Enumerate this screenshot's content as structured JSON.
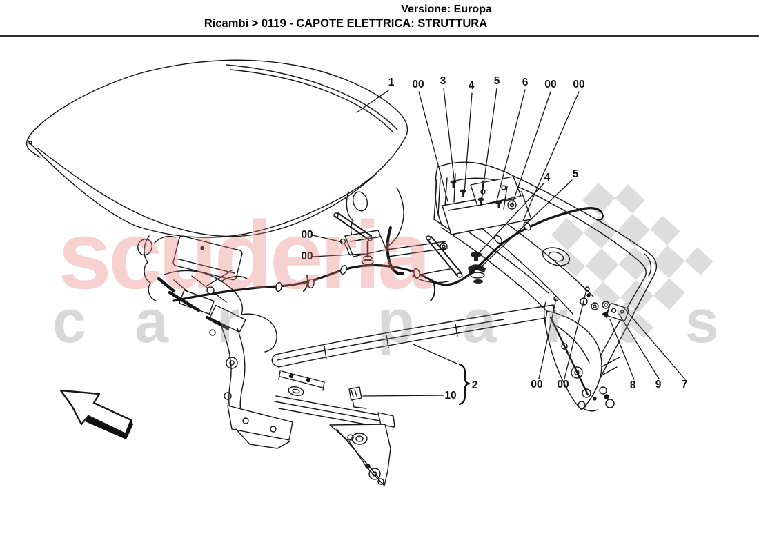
{
  "header": {
    "version_line": "Versione: Europa",
    "breadcrumb": "Ricambi > 0119 - CAPOTE ELETTRICA: STRUTTURA"
  },
  "watermark": {
    "brand_primary": "scuderia",
    "brand_secondary": "car parts"
  },
  "diagram": {
    "callouts": [
      "1",
      "00",
      "3",
      "4",
      "5",
      "6",
      "00",
      "00",
      "4",
      "5",
      "00",
      "00",
      "2",
      "10",
      "00",
      "00",
      "8",
      "9",
      "7"
    ]
  },
  "icons": {
    "direction_arrow": "arrow-up-left"
  },
  "colors": {
    "line": "#161616",
    "watermark_red": "#e77474",
    "watermark_gray": "#868686",
    "checker_gray": "#d8d8d8",
    "background": "#ffffff"
  }
}
